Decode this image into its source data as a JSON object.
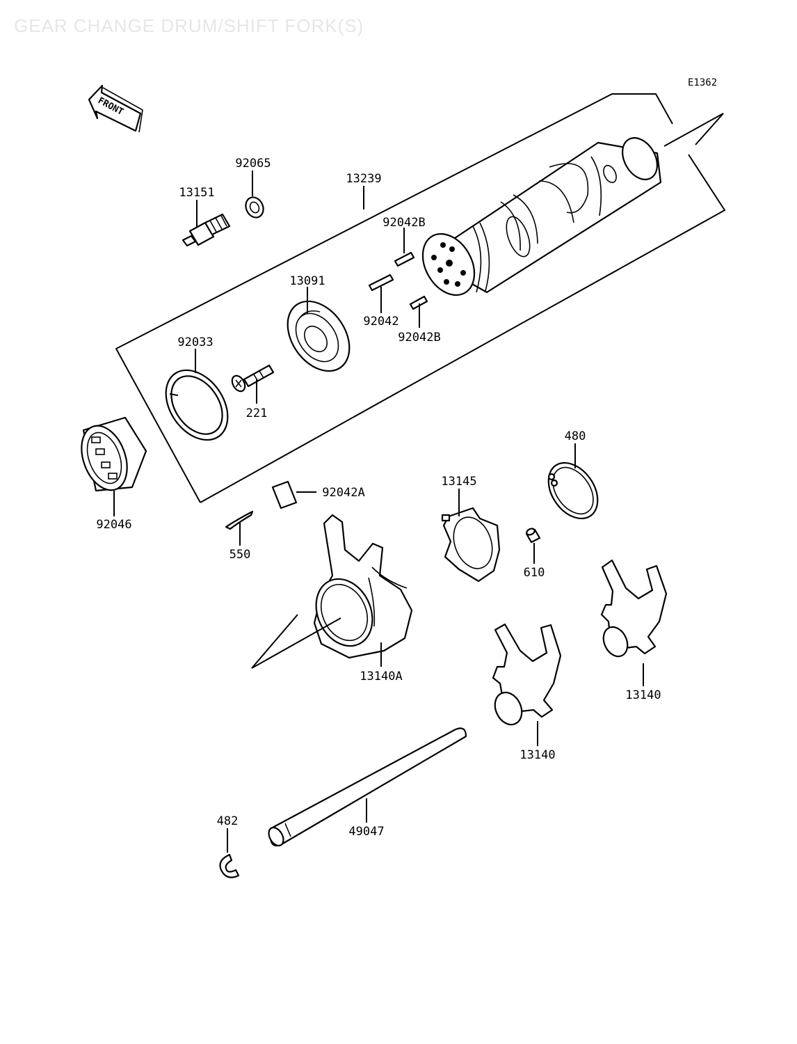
{
  "watermark": "GEAR CHANGE DRUM/SHIFT FORK(S)",
  "diagram_code": "E1362",
  "front_label": "FRONT",
  "parts": {
    "p13151": "13151",
    "p92065": "92065",
    "p13239": "13239",
    "p92042B_top": "92042B",
    "p13091": "13091",
    "p92042": "92042",
    "p92042B_bottom": "92042B",
    "p92033": "92033",
    "p221": "221",
    "p92046": "92046",
    "p480": "480",
    "p13145": "13145",
    "p92042A": "92042A",
    "p550": "550",
    "p610": "610",
    "p13140A": "13140A",
    "p13140_right": "13140",
    "p13140_mid": "13140",
    "p482": "482",
    "p49047": "49047"
  }
}
